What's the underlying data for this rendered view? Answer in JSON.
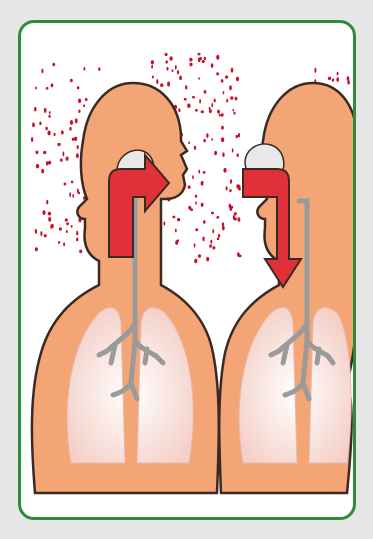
{
  "figure": {
    "description_alt": "",
    "colors": {
      "page_background": "#e6e6e6",
      "card_background": "#ffffff",
      "card_border": "#2e8b3e",
      "skin": "#f4a576",
      "skin_outline": "#3b2a22",
      "lungs": "#f7d6d0",
      "airway": "#9a9a9a",
      "mouth_air": "#e8e8e8",
      "arrow_fill": "#e0303a",
      "arrow_outline": "#3b2a22",
      "droplets": "#c8102e"
    },
    "figures": [
      {
        "name": "person-exhaling",
        "arrow_direction": "out"
      },
      {
        "name": "person-inhaling",
        "arrow_direction": "in"
      }
    ],
    "droplet_density": "high"
  }
}
